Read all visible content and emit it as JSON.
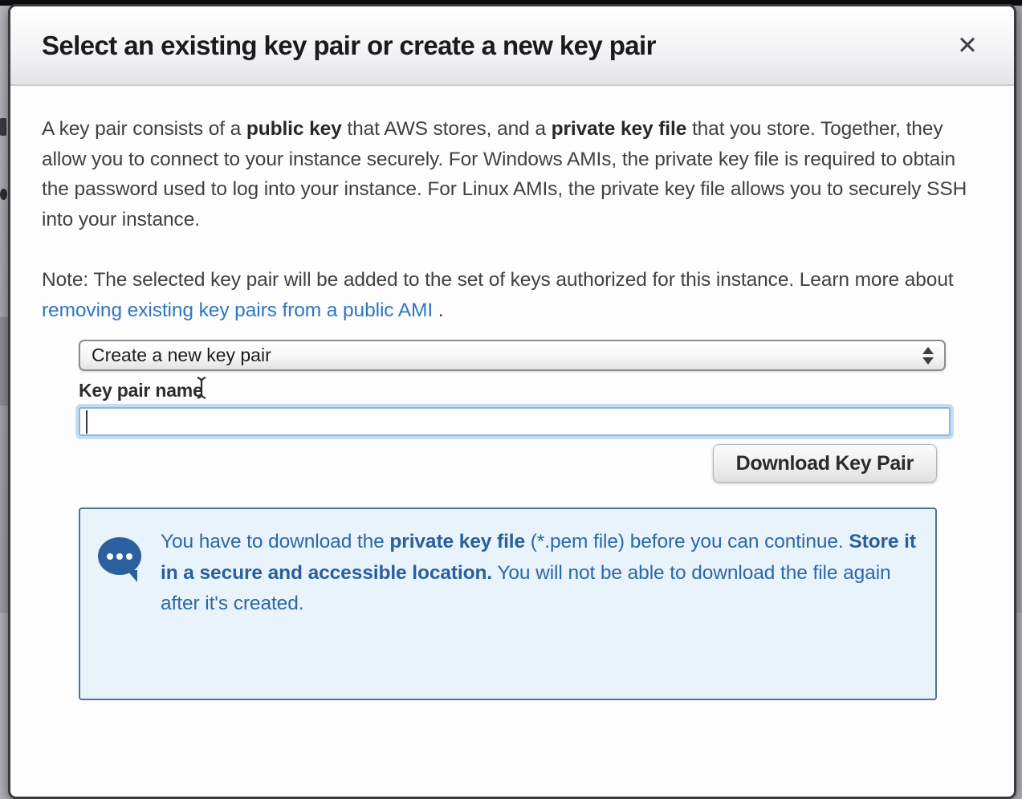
{
  "modal": {
    "title": "Select an existing key pair or create a new key pair",
    "close_icon": "✕"
  },
  "intro": {
    "segments": [
      {
        "text": "A key pair consists of a "
      },
      {
        "text": "public key"
      },
      {
        "text": " that AWS stores, and a "
      },
      {
        "text": "private key file"
      },
      {
        "text": " that you store. Together, they allow you to connect to your instance securely. For Windows AMIs, the private key file is required to obtain the password used to log into your instance. For Linux AMIs, the private key file allows you to securely SSH into your instance."
      }
    ]
  },
  "note": {
    "before_link": "Note: The selected key pair will be added to the set of keys authorized for this instance. Learn more about ",
    "link": "removing existing key pairs from a public AMI",
    "after_link": " ."
  },
  "form": {
    "key_pair_type_selected": "Create a new key pair",
    "key_pair_name_label": "Key pair name",
    "key_pair_name_value": "",
    "download_button": "Download Key Pair"
  },
  "info_box": {
    "segments": [
      {
        "text": "You have to download the "
      },
      {
        "text": "private key file"
      },
      {
        "text": " (*.pem file) before you can continue. "
      },
      {
        "text": "Store it in a secure and accessible location."
      },
      {
        "text": " You will not be able to download the file again after it's created."
      }
    ]
  },
  "colors": {
    "accent_blue": "#2f76c2",
    "info_blue": "#2d67a8",
    "info_bg": "#e9f3fb",
    "focus_glow": "#c4dcf0"
  }
}
